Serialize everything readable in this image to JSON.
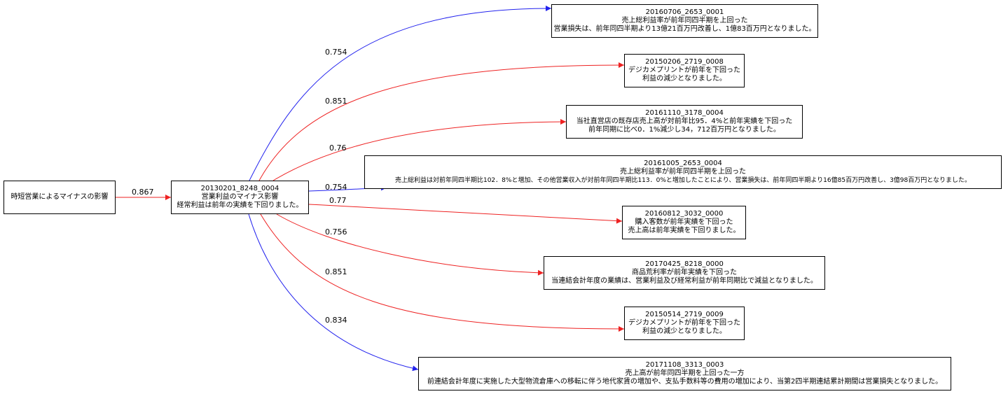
{
  "colors": {
    "red": "#ee2222",
    "blue": "#2222ee"
  },
  "nodes": {
    "root": {
      "lines": [
        "時短営業によるマイナスの影響"
      ]
    },
    "center": {
      "lines": [
        "20130201_8248_0004",
        "営業利益のマイナス影響",
        "経常利益は前年の実績を下回りました。"
      ]
    },
    "t1": {
      "lines": [
        "20160706_2653_0001",
        "売上総利益率が前年同四半期を上回った",
        "営業損失は、前年同四半期より13億21百万円改善し、1億83百万円となりました。"
      ]
    },
    "t2": {
      "lines": [
        "20150206_2719_0008",
        "デジカメプリントが前年を下回った",
        "利益の減少となりました。"
      ]
    },
    "t3": {
      "lines": [
        "20161110_3178_0004",
        "当社直営店の既存店売上高が対前年比95．4%と前年実績を下回った",
        "前年同期に比べ0．1%減少し34，712百万円となりました。"
      ]
    },
    "t4": {
      "lines": [
        "20161005_2653_0004",
        "売上総利益率が前年同四半期を上回った",
        "売上総利益は対前年同四半期比102．8%と増加、その他営業収入が対前年同四半期比113．0%と増加したことにより、営業損失は、前年同四半期より16億85百万円改善し、3億98百万円となりました。"
      ]
    },
    "t5": {
      "lines": [
        "20160812_3032_0000",
        "購入客数が前年実績を下回った",
        "売上高は前年実績を下回りました。"
      ]
    },
    "t6": {
      "lines": [
        "20170425_8218_0000",
        "商品荒利率が前年実績を下回った",
        "当連結会計年度の業績は、営業利益及び経常利益が前年同期比で減益となりました。"
      ]
    },
    "t7": {
      "lines": [
        "20150514_2719_0009",
        "デジカメプリントが前年を下回った",
        "利益の減少となりました。"
      ]
    },
    "t8": {
      "lines": [
        "20171108_3313_0003",
        "売上高が前年同四半期を上回った一方",
        "前連結会計年度に実施した大型物流倉庫への移転に伴う地代家賃の増加や、支払手数料等の費用の増加により、当第2四半期連結累計期間は営業損失となりました。"
      ]
    }
  },
  "edges": [
    {
      "from": "root",
      "to": "center",
      "label": "0.867",
      "color": "red"
    },
    {
      "from": "center",
      "to": "t1",
      "label": "0.754",
      "color": "blue"
    },
    {
      "from": "center",
      "to": "t2",
      "label": "0.851",
      "color": "red"
    },
    {
      "from": "center",
      "to": "t3",
      "label": "0.76",
      "color": "red"
    },
    {
      "from": "center",
      "to": "t4",
      "label": "0.754",
      "color": "blue"
    },
    {
      "from": "center",
      "to": "t5",
      "label": "0.77",
      "color": "red"
    },
    {
      "from": "center",
      "to": "t6",
      "label": "0.756",
      "color": "red"
    },
    {
      "from": "center",
      "to": "t7",
      "label": "0.851",
      "color": "red"
    },
    {
      "from": "center",
      "to": "t8",
      "label": "0.834",
      "color": "blue"
    }
  ]
}
